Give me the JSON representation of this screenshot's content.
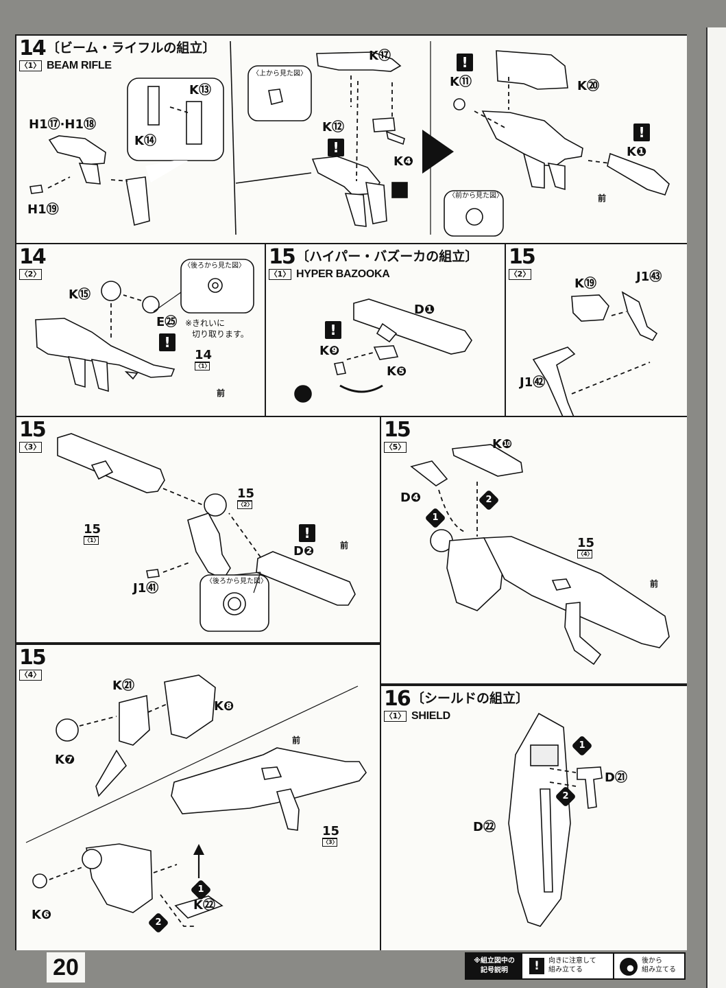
{
  "page": {
    "number": "20"
  },
  "panels": {
    "p14_1": {
      "step": "14",
      "sub": "〈1〉",
      "title_jp": "〔ビーム・ライフルの組立〕",
      "title_en": "BEAM RIFLE",
      "labels": {
        "h1_17_18": "H1⑰·H1⑱",
        "h1_19": "H1⑲",
        "k13": "K⑬",
        "k14": "K⑭",
        "k17": "K⑰",
        "k12": "K⑫",
        "k4": "K❹",
        "k11": "K⑪",
        "k20": "K⑳",
        "k1": "K❶"
      },
      "view_top": "〈上から見た図〉",
      "view_front": "〈前から見た図〉",
      "front": "前",
      "warn": "!"
    },
    "p14_2": {
      "step": "14",
      "sub": "〈2〉",
      "labels": {
        "k15": "K⑮",
        "e25": "E㉕"
      },
      "note": [
        "※きれいに",
        "切り取ります。"
      ],
      "view_back": "〈後ろから見た図〉",
      "front": "前",
      "ref_step": "14",
      "ref_sub": "〈1〉",
      "warn": "!"
    },
    "p15_1": {
      "step": "15",
      "sub": "〈1〉",
      "title_jp": "〔ハイパー・バズーカの組立〕",
      "title_en": "HYPER BAZOOKA",
      "labels": {
        "d1": "D❶",
        "k9": "K❾",
        "k5": "K❺"
      },
      "warn": "!"
    },
    "p15_2": {
      "step": "15",
      "sub": "〈2〉",
      "labels": {
        "k19": "K⑲",
        "j143": "J1㊸",
        "j142": "J1㊷"
      }
    },
    "p15_3": {
      "step": "15",
      "sub": "〈3〉",
      "labels": {
        "d2": "D❷",
        "j141": "J1㊶"
      },
      "view_back": "〈後ろから見た図〉",
      "front": "前",
      "ref_a_step": "15",
      "ref_a_sub": "〈2〉",
      "ref_b_step": "15",
      "ref_b_sub": "〈1〉",
      "warn": "!"
    },
    "p15_5": {
      "step": "15",
      "sub": "〈5〉",
      "labels": {
        "k10": "K❿",
        "d4": "D❹"
      },
      "n1": "1",
      "n2": "2",
      "front": "前",
      "ref_step": "15",
      "ref_sub": "〈4〉"
    },
    "p15_4": {
      "step": "15",
      "sub": "〈4〉",
      "labels": {
        "k21": "K㉑",
        "k8": "K❽",
        "k7": "K❼",
        "k6": "K❻",
        "k22": "K㉒"
      },
      "n1": "1",
      "n2": "2",
      "front": "前",
      "ref_step": "15",
      "ref_sub": "〈3〉"
    },
    "p16_1": {
      "step": "16",
      "sub": "〈1〉",
      "title_jp": "〔シールドの組立〕",
      "title_en": "SHIELD",
      "labels": {
        "d21": "D㉑",
        "d22": "D㉒"
      },
      "n1": "1",
      "n2": "2"
    }
  },
  "legend": {
    "caption": [
      "※組立図中の",
      "記号説明"
    ],
    "warn_symbol": "!",
    "warn_text": [
      "向きに注意して",
      "組み立てる"
    ],
    "rear_text": [
      "後から",
      "組み立てる"
    ]
  }
}
